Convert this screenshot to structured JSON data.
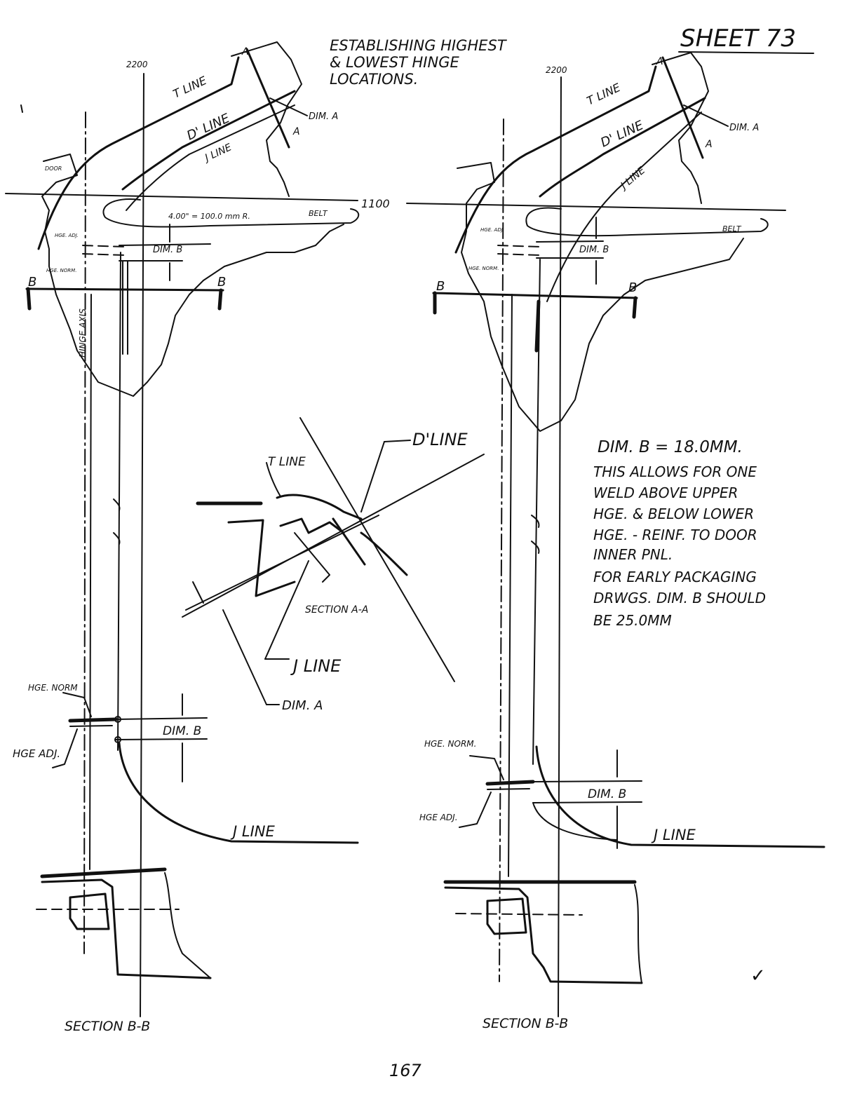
{
  "header": {
    "sheet_label": "SHEET 73",
    "title_line1": "ESTABLISHING HIGHEST",
    "title_line2": "& LOWEST HINGE",
    "title_line3": "LOCATIONS."
  },
  "left_view": {
    "gridline_label": "2200",
    "tline": "T LINE",
    "dline": "D' LINE",
    "jline": "J LINE",
    "section_mark": "A",
    "dim_a": "DIM. A",
    "radius_note": "4.00\" = 100.0 mm R.",
    "belt": "BELT",
    "dim_b": "DIM. B",
    "hge_adj": "HGE. ADJ.",
    "hge_norm": "HGE. NORM.",
    "section_b": "B",
    "hinge_axis": "HINGE AXIS",
    "door": "DOOR",
    "belt_line_label": "1100"
  },
  "right_view": {
    "gridline_label": "2200",
    "tline": "T LINE",
    "dline": "D' LINE",
    "jline": "J LINE",
    "section_mark": "A",
    "dim_a": "DIM. A",
    "belt": "BELT",
    "dim_b": "DIM. B",
    "hge_adj": "HGE. ADJ.",
    "hge_norm": "HGE. NORM.",
    "section_b": "B"
  },
  "section_aa": {
    "tline": "T LINE",
    "dline": "D'LINE",
    "jline": "J LINE",
    "dim_a": "DIM. A",
    "title": "SECTION A-A"
  },
  "note": {
    "line1": "DIM. B = 18.0MM.",
    "line2": "THIS ALLOWS FOR ONE",
    "line3": "WELD ABOVE UPPER",
    "line4": "HGE. & BELOW LOWER",
    "line5": "HGE. - REINF. TO DOOR",
    "line6": "INNER PNL.",
    "line7": "FOR EARLY PACKAGING",
    "line8": "DRWGS. DIM. B SHOULD",
    "line9": "BE 25.0MM"
  },
  "lower_left": {
    "hge_norm": "HGE. NORM",
    "hge_adj": "HGE ADJ.",
    "dim_b": "DIM. B",
    "jline": "J LINE",
    "section": "SECTION B-B"
  },
  "lower_right": {
    "hge_norm": "HGE. NORM.",
    "hge_adj": "HGE ADJ.",
    "dim_b": "DIM. B",
    "jline": "J LINE",
    "section": "SECTION B-B"
  },
  "check_mark": "✓",
  "page_number": "167"
}
